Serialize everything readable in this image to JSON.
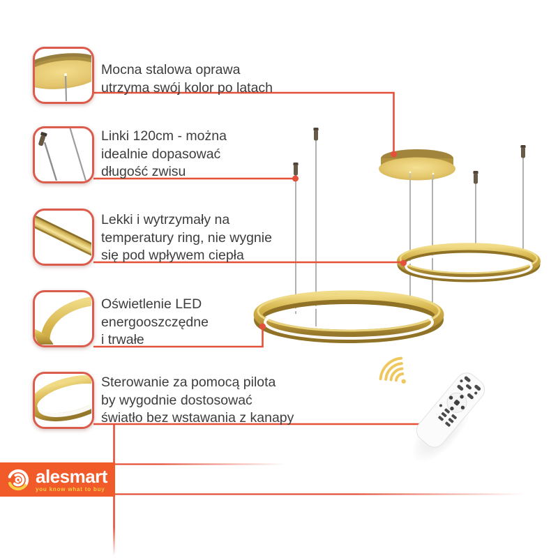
{
  "colors": {
    "accent_red": "#E5503A",
    "callout_border": "#DB5C4D",
    "gold_main": "#C9A740",
    "gold_light": "#F0DB8A",
    "gold_dark": "#8F7226",
    "logo_orange": "#F15A29",
    "logo_yellow": "#F7D046",
    "wifi_gold": "#EEC85F",
    "text": "#3D3D3F"
  },
  "callouts": [
    {
      "image": "ceiling-canopy-closeup",
      "label_lines": [
        "Mocna stalowa oprawa",
        "utrzyma swój kolor po latach"
      ]
    },
    {
      "image": "suspension-cables-closeup",
      "label_lines": [
        "Linki 120cm - można",
        "idealnie dopasować",
        "długość zwisu"
      ]
    },
    {
      "image": "ring-profile-closeup",
      "label_lines": [
        "Lekki i wytrzymały na",
        "temperatury ring, nie wygnie",
        "się pod wpływem ciepła"
      ]
    },
    {
      "image": "led-lighting-closeup",
      "label_lines": [
        "Oświetlenie LED",
        "energooszczędne",
        "i trwałe"
      ]
    },
    {
      "image": "ring-edge-closeup",
      "label_lines": [
        "Sterowanie za pomocą pilota",
        "by wygodnie dostosować",
        "światło bez wstawania z kanapy"
      ]
    }
  ],
  "logo": {
    "brand": "alesmart",
    "tagline": "you know what to buy"
  }
}
